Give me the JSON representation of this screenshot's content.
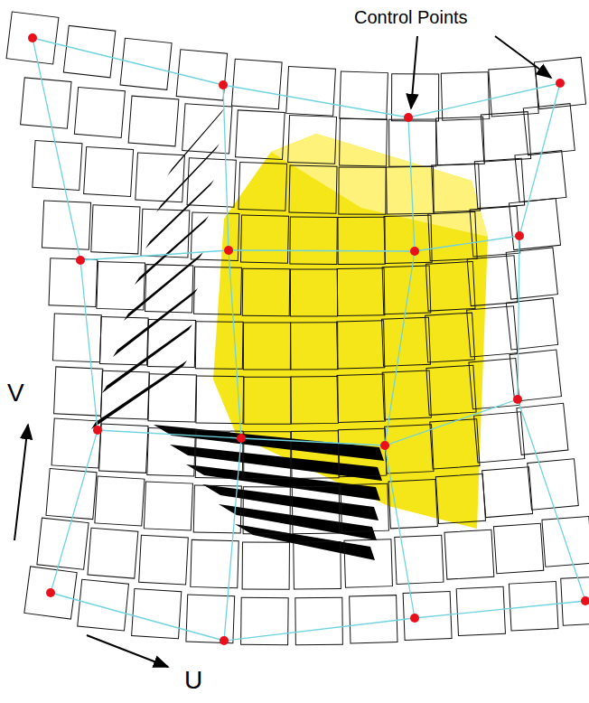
{
  "diagram": {
    "labels": [
      "Control Points",
      "V",
      "U"
    ]
  }
}
